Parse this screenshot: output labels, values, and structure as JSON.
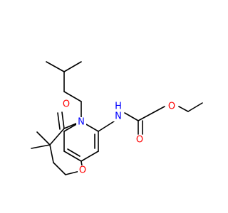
{
  "colors": {
    "carbon_bond": "#000000",
    "oxygen": "#ff0000",
    "nitrogen": "#0000ff"
  },
  "atoms": {
    "n_ring": "N",
    "n_amide": "N",
    "h_amide": "H",
    "o_ring_carbonyl": "O",
    "o_ring_ether": "O",
    "o_side_carbonyl": "O",
    "o_side_ether": "O"
  }
}
